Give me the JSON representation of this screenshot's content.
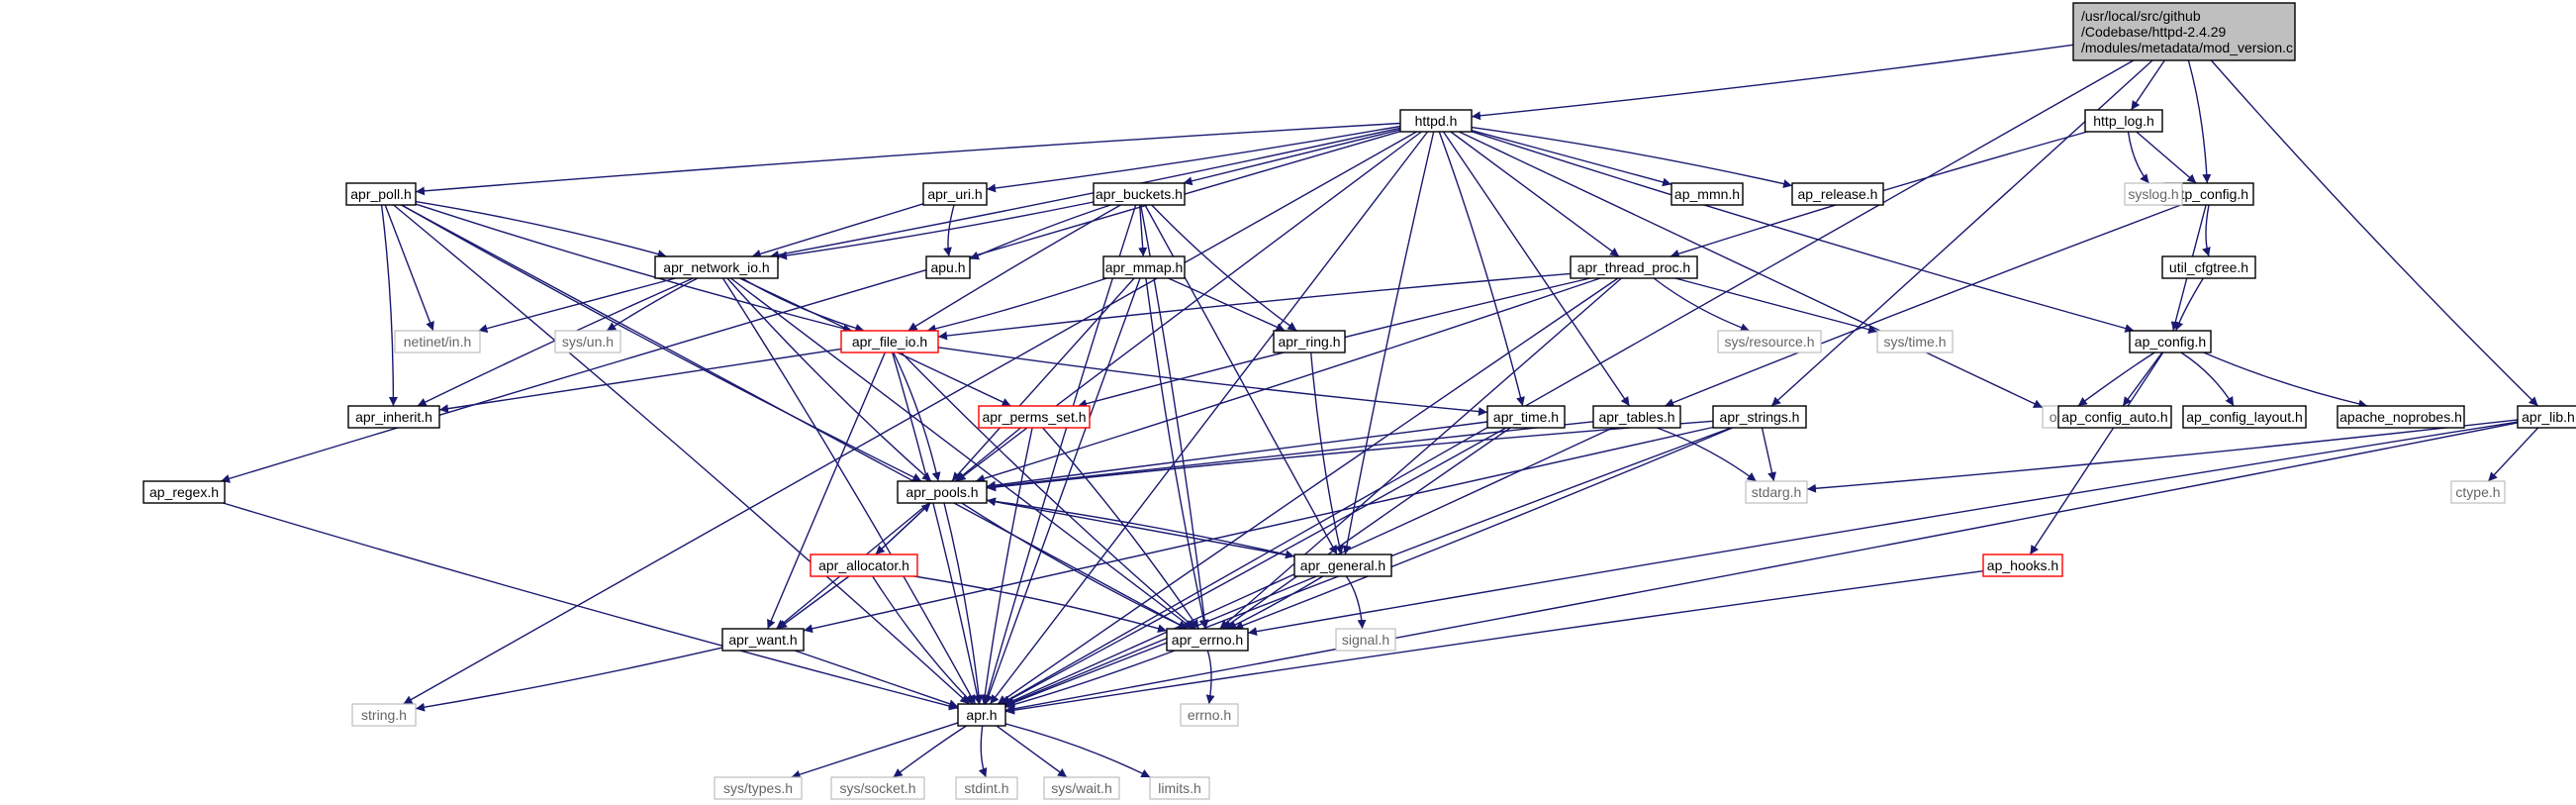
{
  "graph": {
    "colors": {
      "edge": "#191970",
      "node_border": "#000000",
      "root_fill": "#bfbfbf",
      "missing_border": "#ff0000",
      "system_border": "#bfbfbf",
      "system_text": "#666666"
    },
    "nodes": [
      {
        "id": "root",
        "kind": "root",
        "lines": [
          "/usr/local/src/github",
          "/Codebase/httpd-2.4.29",
          "/modules/metadata/mod_version.c"
        ]
      },
      {
        "id": "httpd",
        "kind": "normal",
        "lines": [
          "httpd.h"
        ]
      },
      {
        "id": "http_log",
        "kind": "normal",
        "lines": [
          "http_log.h"
        ]
      },
      {
        "id": "http_config",
        "kind": "normal",
        "lines": [
          "http_config.h"
        ]
      },
      {
        "id": "syslog",
        "kind": "system",
        "lines": [
          "syslog.h"
        ]
      },
      {
        "id": "util_cfgtree",
        "kind": "normal",
        "lines": [
          "util_cfgtree.h"
        ]
      },
      {
        "id": "ap_config",
        "kind": "normal",
        "lines": [
          "ap_config.h"
        ]
      },
      {
        "id": "apr_lib",
        "kind": "normal",
        "lines": [
          "apr_lib.h"
        ]
      },
      {
        "id": "apr_poll",
        "kind": "normal",
        "lines": [
          "apr_poll.h"
        ]
      },
      {
        "id": "apr_uri",
        "kind": "normal",
        "lines": [
          "apr_uri.h"
        ]
      },
      {
        "id": "apr_buckets",
        "kind": "normal",
        "lines": [
          "apr_buckets.h"
        ]
      },
      {
        "id": "ap_mmn",
        "kind": "normal",
        "lines": [
          "ap_mmn.h"
        ]
      },
      {
        "id": "ap_release",
        "kind": "normal",
        "lines": [
          "ap_release.h"
        ]
      },
      {
        "id": "apu",
        "kind": "normal",
        "lines": [
          "apu.h"
        ]
      },
      {
        "id": "apr_network_io",
        "kind": "normal",
        "lines": [
          "apr_network_io.h"
        ]
      },
      {
        "id": "apr_mmap",
        "kind": "normal",
        "lines": [
          "apr_mmap.h"
        ]
      },
      {
        "id": "apr_thread_proc",
        "kind": "normal",
        "lines": [
          "apr_thread_proc.h"
        ]
      },
      {
        "id": "netinet_in",
        "kind": "system",
        "lines": [
          "netinet/in.h"
        ]
      },
      {
        "id": "sys_un",
        "kind": "system",
        "lines": [
          "sys/un.h"
        ]
      },
      {
        "id": "apr_file_io",
        "kind": "missing",
        "lines": [
          "apr_file_io.h"
        ]
      },
      {
        "id": "apr_ring",
        "kind": "normal",
        "lines": [
          "apr_ring.h"
        ]
      },
      {
        "id": "sys_resource",
        "kind": "system",
        "lines": [
          "sys/resource.h"
        ]
      },
      {
        "id": "sys_time",
        "kind": "system",
        "lines": [
          "sys/time.h"
        ]
      },
      {
        "id": "os",
        "kind": "system",
        "lines": [
          "os.h"
        ]
      },
      {
        "id": "ap_config_auto",
        "kind": "normal",
        "lines": [
          "ap_config_auto.h"
        ]
      },
      {
        "id": "ap_config_layout",
        "kind": "normal",
        "lines": [
          "ap_config_layout.h"
        ]
      },
      {
        "id": "apache_noprobes",
        "kind": "normal",
        "lines": [
          "apache_noprobes.h"
        ]
      },
      {
        "id": "apr_inherit",
        "kind": "normal",
        "lines": [
          "apr_inherit.h"
        ]
      },
      {
        "id": "apr_perms_set",
        "kind": "missing",
        "lines": [
          "apr_perms_set.h"
        ]
      },
      {
        "id": "apr_time",
        "kind": "normal",
        "lines": [
          "apr_time.h"
        ]
      },
      {
        "id": "apr_tables",
        "kind": "normal",
        "lines": [
          "apr_tables.h"
        ]
      },
      {
        "id": "apr_strings",
        "kind": "normal",
        "lines": [
          "apr_strings.h"
        ]
      },
      {
        "id": "ap_regex",
        "kind": "normal",
        "lines": [
          "ap_regex.h"
        ]
      },
      {
        "id": "apr_pools",
        "kind": "normal",
        "lines": [
          "apr_pools.h"
        ]
      },
      {
        "id": "stdarg",
        "kind": "system",
        "lines": [
          "stdarg.h"
        ]
      },
      {
        "id": "ctype",
        "kind": "system",
        "lines": [
          "ctype.h"
        ]
      },
      {
        "id": "apr_allocator",
        "kind": "missing",
        "lines": [
          "apr_allocator.h"
        ]
      },
      {
        "id": "apr_general",
        "kind": "normal",
        "lines": [
          "apr_general.h"
        ]
      },
      {
        "id": "ap_hooks",
        "kind": "missing",
        "lines": [
          "ap_hooks.h"
        ]
      },
      {
        "id": "apr_want",
        "kind": "normal",
        "lines": [
          "apr_want.h"
        ]
      },
      {
        "id": "apr_errno",
        "kind": "normal",
        "lines": [
          "apr_errno.h"
        ]
      },
      {
        "id": "signal",
        "kind": "system",
        "lines": [
          "signal.h"
        ]
      },
      {
        "id": "string",
        "kind": "system",
        "lines": [
          "string.h"
        ]
      },
      {
        "id": "apr",
        "kind": "normal",
        "lines": [
          "apr.h"
        ]
      },
      {
        "id": "errno",
        "kind": "system",
        "lines": [
          "errno.h"
        ]
      },
      {
        "id": "sys_types",
        "kind": "system",
        "lines": [
          "sys/types.h"
        ]
      },
      {
        "id": "sys_socket",
        "kind": "system",
        "lines": [
          "sys/socket.h"
        ]
      },
      {
        "id": "stdint",
        "kind": "system",
        "lines": [
          "stdint.h"
        ]
      },
      {
        "id": "sys_wait",
        "kind": "system",
        "lines": [
          "sys/wait.h"
        ]
      },
      {
        "id": "limits",
        "kind": "system",
        "lines": [
          "limits.h"
        ]
      }
    ],
    "edges": [
      [
        "root",
        "httpd"
      ],
      [
        "root",
        "http_log"
      ],
      [
        "root",
        "http_config"
      ],
      [
        "root",
        "apr_lib"
      ],
      [
        "root",
        "apr"
      ],
      [
        "root",
        "apr_strings"
      ],
      [
        "http_log",
        "syslog"
      ],
      [
        "http_log",
        "http_config"
      ],
      [
        "http_log",
        "apr_thread_proc"
      ],
      [
        "http_config",
        "util_cfgtree"
      ],
      [
        "http_config",
        "ap_config"
      ],
      [
        "http_config",
        "apr_tables"
      ],
      [
        "util_cfgtree",
        "ap_config"
      ],
      [
        "ap_config",
        "ap_config_auto"
      ],
      [
        "ap_config",
        "ap_config_layout"
      ],
      [
        "ap_config",
        "apache_noprobes"
      ],
      [
        "ap_config",
        "ap_hooks"
      ],
      [
        "ap_config",
        "os"
      ],
      [
        "apr_lib",
        "stdarg"
      ],
      [
        "apr_lib",
        "ctype"
      ],
      [
        "apr_lib",
        "apr_errno"
      ],
      [
        "apr_lib",
        "apr"
      ],
      [
        "httpd",
        "ap_mmn"
      ],
      [
        "httpd",
        "ap_release"
      ],
      [
        "httpd",
        "apr_uri"
      ],
      [
        "httpd",
        "apr_buckets"
      ],
      [
        "httpd",
        "apr_poll"
      ],
      [
        "httpd",
        "apr_network_io"
      ],
      [
        "httpd",
        "apr_thread_proc"
      ],
      [
        "httpd",
        "apr_pools"
      ],
      [
        "httpd",
        "apr_general"
      ],
      [
        "httpd",
        "apr_tables"
      ],
      [
        "httpd",
        "apr_time"
      ],
      [
        "httpd",
        "ap_config"
      ],
      [
        "httpd",
        "os"
      ],
      [
        "httpd",
        "ap_regex"
      ],
      [
        "httpd",
        "string"
      ],
      [
        "httpd",
        "apr"
      ],
      [
        "apr_poll",
        "apr_network_io"
      ],
      [
        "apr_poll",
        "apr_file_io"
      ],
      [
        "apr_poll",
        "netinet_in"
      ],
      [
        "apr_poll",
        "apr_inherit"
      ],
      [
        "apr_poll",
        "apr_pools"
      ],
      [
        "apr_poll",
        "apr_errno"
      ],
      [
        "apr_poll",
        "apr"
      ],
      [
        "apr_uri",
        "apu"
      ],
      [
        "apr_uri",
        "apr_network_io"
      ],
      [
        "apr_buckets",
        "apu"
      ],
      [
        "apr_buckets",
        "apr_network_io"
      ],
      [
        "apr_buckets",
        "apr_mmap"
      ],
      [
        "apr_buckets",
        "apr_file_io"
      ],
      [
        "apr_buckets",
        "apr_ring"
      ],
      [
        "apr_buckets",
        "apr_general"
      ],
      [
        "apr_buckets",
        "apr_errno"
      ],
      [
        "apr_buckets",
        "apr"
      ],
      [
        "apr_network_io",
        "netinet_in"
      ],
      [
        "apr_network_io",
        "sys_un"
      ],
      [
        "apr_network_io",
        "apr_file_io"
      ],
      [
        "apr_network_io",
        "apr_perms_set"
      ],
      [
        "apr_network_io",
        "apr_inherit"
      ],
      [
        "apr_network_io",
        "apr_pools"
      ],
      [
        "apr_network_io",
        "apr_errno"
      ],
      [
        "apr_network_io",
        "apr"
      ],
      [
        "apr_mmap",
        "apr_file_io"
      ],
      [
        "apr_mmap",
        "apr_ring"
      ],
      [
        "apr_mmap",
        "apr_pools"
      ],
      [
        "apr_mmap",
        "apr_errno"
      ],
      [
        "apr_mmap",
        "apr"
      ],
      [
        "apr_thread_proc",
        "apr_file_io"
      ],
      [
        "apr_thread_proc",
        "sys_resource"
      ],
      [
        "apr_thread_proc",
        "sys_time"
      ],
      [
        "apr_thread_proc",
        "apr_perms_set"
      ],
      [
        "apr_thread_proc",
        "apr_pools"
      ],
      [
        "apr_thread_proc",
        "apr_errno"
      ],
      [
        "apr_thread_proc",
        "apr"
      ],
      [
        "apr_file_io",
        "apr_time"
      ],
      [
        "apr_file_io",
        "apr_inherit"
      ],
      [
        "apr_file_io",
        "apr_pools"
      ],
      [
        "apr_file_io",
        "apr_errno"
      ],
      [
        "apr_file_io",
        "apr_want"
      ],
      [
        "apr_file_io",
        "apr"
      ],
      [
        "apr_ring",
        "apr_general"
      ],
      [
        "apr_perms_set",
        "apr_pools"
      ],
      [
        "apr_perms_set",
        "apr_errno"
      ],
      [
        "apr_perms_set",
        "apr"
      ],
      [
        "apr_time",
        "apr_pools"
      ],
      [
        "apr_time",
        "apr_errno"
      ],
      [
        "apr_time",
        "apr"
      ],
      [
        "apr_tables",
        "apr_pools"
      ],
      [
        "apr_tables",
        "stdarg"
      ],
      [
        "apr_tables",
        "apr"
      ],
      [
        "apr_strings",
        "stdarg"
      ],
      [
        "apr_strings",
        "apr_pools"
      ],
      [
        "apr_strings",
        "apr_errno"
      ],
      [
        "apr_strings",
        "apr_want"
      ],
      [
        "apr_strings",
        "apr"
      ],
      [
        "ap_regex",
        "apr"
      ],
      [
        "apr_pools",
        "apr_allocator"
      ],
      [
        "apr_pools",
        "apr_general"
      ],
      [
        "apr_pools",
        "apr_errno"
      ],
      [
        "apr_pools",
        "apr_want"
      ],
      [
        "apr_pools",
        "apr"
      ],
      [
        "apr_allocator",
        "apr_pools"
      ],
      [
        "apr_allocator",
        "apr_want"
      ],
      [
        "apr_allocator",
        "apr_errno"
      ],
      [
        "apr_allocator",
        "apr"
      ],
      [
        "apr_general",
        "apr_pools"
      ],
      [
        "apr_general",
        "signal"
      ],
      [
        "apr_general",
        "apr_errno"
      ],
      [
        "apr_general",
        "apr"
      ],
      [
        "ap_hooks",
        "apr"
      ],
      [
        "apr_want",
        "string"
      ],
      [
        "apr_want",
        "apr"
      ],
      [
        "apr_errno",
        "errno"
      ],
      [
        "apr_errno",
        "apr"
      ],
      [
        "apr",
        "sys_types"
      ],
      [
        "apr",
        "sys_socket"
      ],
      [
        "apr",
        "stdint"
      ],
      [
        "apr",
        "sys_wait"
      ],
      [
        "apr",
        "limits"
      ]
    ]
  }
}
